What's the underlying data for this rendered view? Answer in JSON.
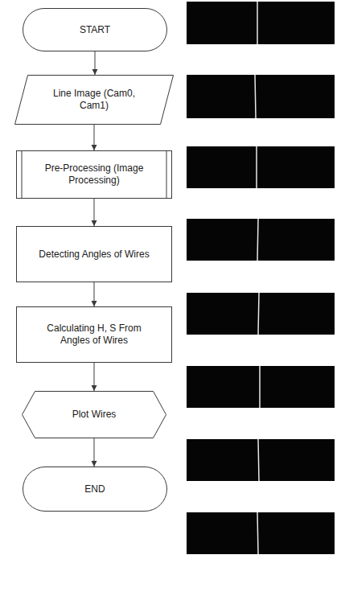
{
  "diagram": {
    "nodes": [
      {
        "text": [
          "START"
        ]
      },
      {
        "text": [
          "Line Image (Cam0, Cam1)"
        ]
      },
      {
        "text": [
          "Pre-Processing (Image Processing)"
        ]
      },
      {
        "text": [
          "Detecting Angles of Wires"
        ]
      },
      {
        "text": [
          "Calculating H, S From Angles of Wires"
        ]
      },
      {
        "text": [
          "Plot Wires"
        ]
      },
      {
        "text": [
          "END"
        ]
      }
    ],
    "edges": [
      {
        "from": 0,
        "to": 1,
        "arrow": "to"
      },
      {
        "from": 1,
        "to": 2,
        "arrow": "to"
      },
      {
        "from": 2,
        "to": 3,
        "arrow": "to"
      },
      {
        "from": 3,
        "to": 4,
        "arrow": "to"
      },
      {
        "from": 4,
        "to": 5,
        "arrow": "to"
      },
      {
        "from": 5,
        "to": 6,
        "arrow": "to"
      }
    ]
  }
}
